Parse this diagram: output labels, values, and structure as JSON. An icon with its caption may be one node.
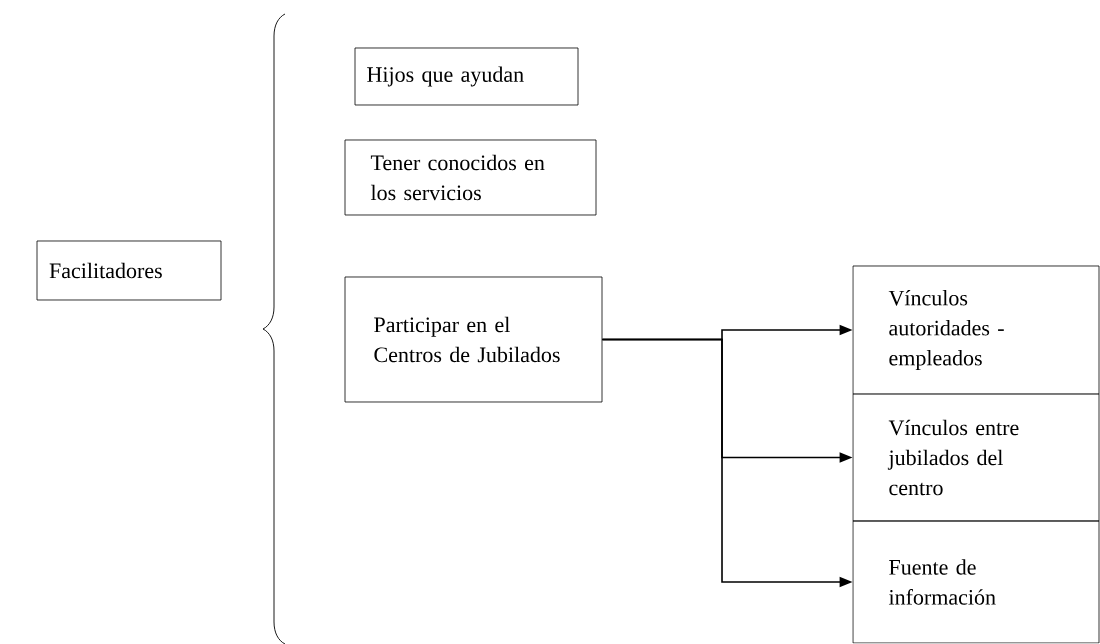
{
  "diagram": {
    "nodes": [
      {
        "text": [
          "Facilitadores"
        ]
      },
      {
        "text": [
          "Hijos que ayudan"
        ]
      },
      {
        "text": [
          "Tener conocidos en los servicios"
        ]
      },
      {
        "text": [
          "Participar en el Centros de Jubilados"
        ]
      },
      {
        "text": [
          "Vínculos autoridades - empleados"
        ]
      },
      {
        "text": [
          "Vínculos entre jubilados del centro"
        ]
      },
      {
        "text": [
          "Fuente de información"
        ]
      }
    ],
    "edges": [
      {
        "from": 3,
        "to": 4,
        "arrow": "to"
      },
      {
        "from": 3,
        "to": 5,
        "arrow": "to"
      },
      {
        "from": 3,
        "to": 6,
        "arrow": "to"
      }
    ]
  }
}
